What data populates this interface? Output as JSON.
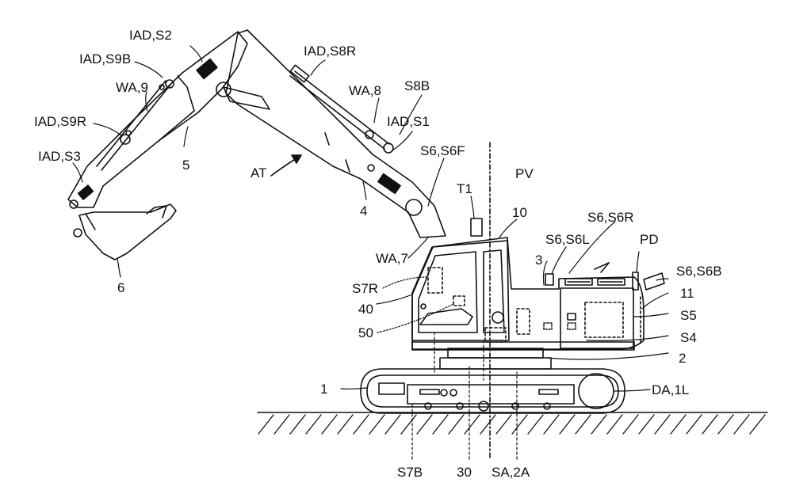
{
  "labels": {
    "iad_s2": "IAD,S2",
    "iad_s9b": "IAD,S9B",
    "wa_9": "WA,9",
    "iad_s9r": "IAD,S9R",
    "iad_s3": "IAD,S3",
    "num_5": "5",
    "num_6": "6",
    "at": "AT",
    "iad_s8r": "IAD,S8R",
    "wa_8": "WA,8",
    "s8b": "S8B",
    "iad_s1": "IAD,S1",
    "s6_s6f": "S6,S6F",
    "pv": "PV",
    "t1": "T1",
    "num_4": "4",
    "num_10": "10",
    "s6_s6r": "S6,S6R",
    "s6_s6l": "S6,S6L",
    "pd": "PD",
    "num_3": "3",
    "s6_s6b": "S6,S6B",
    "wa_7": "WA,7",
    "s7r": "S7R",
    "num_11": "11",
    "num_40": "40",
    "s5": "S5",
    "num_50": "50",
    "s4": "S4",
    "num_2": "2",
    "num_1": "1",
    "da_1l": "DA,1L",
    "s7b": "S7B",
    "num_30": "30",
    "sa_2a": "SA,2A"
  },
  "colors": {
    "line": "#111111",
    "background": "#ffffff"
  }
}
